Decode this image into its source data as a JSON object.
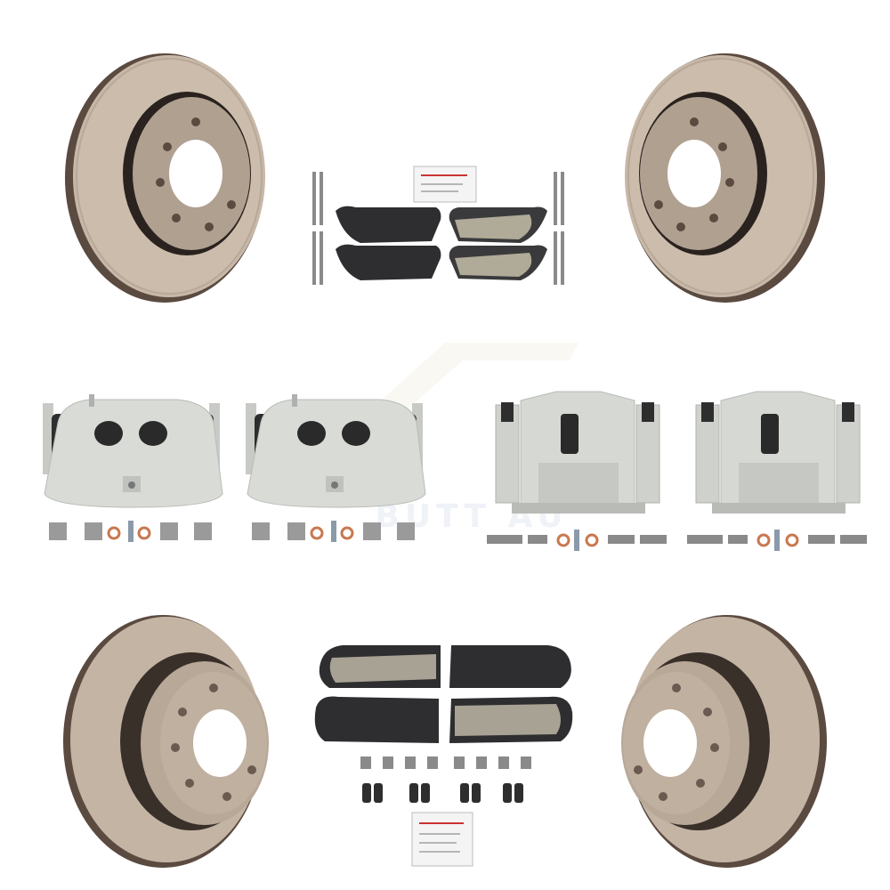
{
  "watermark": {
    "text": "BUTT AU"
  },
  "colors": {
    "rotor_face": "#c8b8a8",
    "rotor_hat": "#a89888",
    "rotor_shadow": "#3a302a",
    "caliper": "#d9dbd7",
    "caliper_shadow": "#b8bbb6",
    "pad_dark": "#2e2e30",
    "pad_ceramic": "#a8a294",
    "hardware": "#9a9a9a",
    "washer": "#c87850"
  },
  "parts": {
    "rotors": [
      "front-left-rotor",
      "front-right-rotor",
      "rear-left-rotor",
      "rear-right-rotor"
    ],
    "calipers": [
      "front-caliper-1",
      "front-caliper-2",
      "rear-caliper-1",
      "rear-caliper-2"
    ],
    "pad_sets": [
      "rear-pad-set",
      "front-pad-set"
    ]
  }
}
